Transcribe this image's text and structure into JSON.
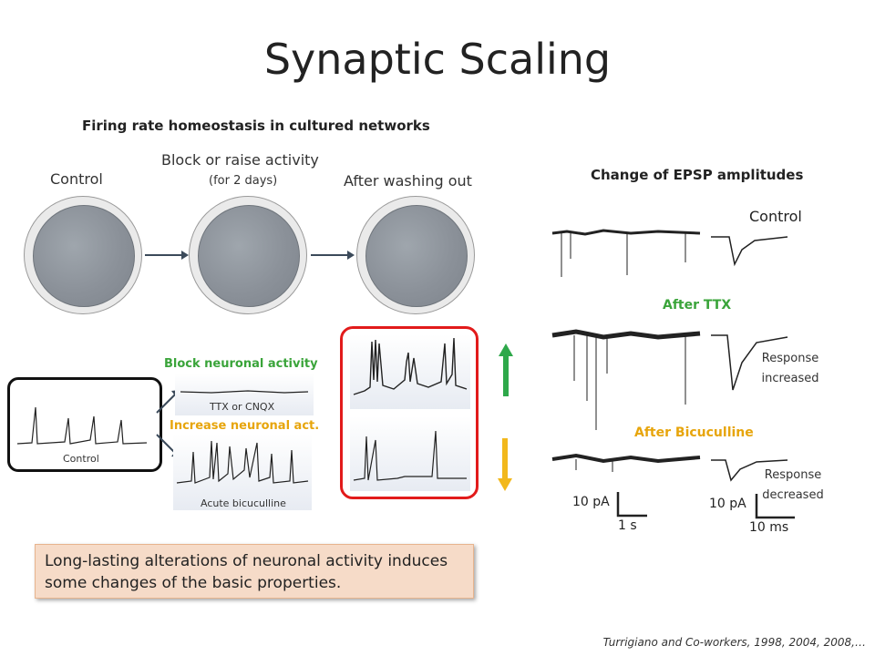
{
  "title": "Synaptic Scaling",
  "subtitle": "Firing rate homeostasis in cultured networks",
  "stages": {
    "control": "Control",
    "block_line1": "Block or raise activity",
    "block_line2": "(for 2 days)",
    "after": "After washing out"
  },
  "middle": {
    "block_label": "Block neuronal activity",
    "block_trace": "TTX or CNQX",
    "increase_label": "Increase neuronal act.",
    "increase_trace": "Acute bicuculline",
    "control_trace": "Control"
  },
  "right": {
    "heading": "Change of EPSP amplitudes",
    "control": "Control",
    "after_ttx": "After TTX",
    "response_increased_1": "Response",
    "response_increased_2": "increased",
    "after_bicuculline": "After Bicuculline",
    "response_decreased_1": "Response",
    "response_decreased_2": "decreased",
    "scale1_amp": "10 pA",
    "scale1_time": "1 s",
    "scale2_amp": "10 pA",
    "scale2_time": "10 ms"
  },
  "callout": "Long-lasting alterations of neuronal activity induces some changes of the basic properties.",
  "citation": "Turrigiano and Co-workers, 1998, 2004, 2008,…",
  "colors": {
    "green": "#3aa43a",
    "orange": "#e7a50c",
    "red_box": "#e21b1b",
    "callout_bg": "#f6dbc8"
  }
}
